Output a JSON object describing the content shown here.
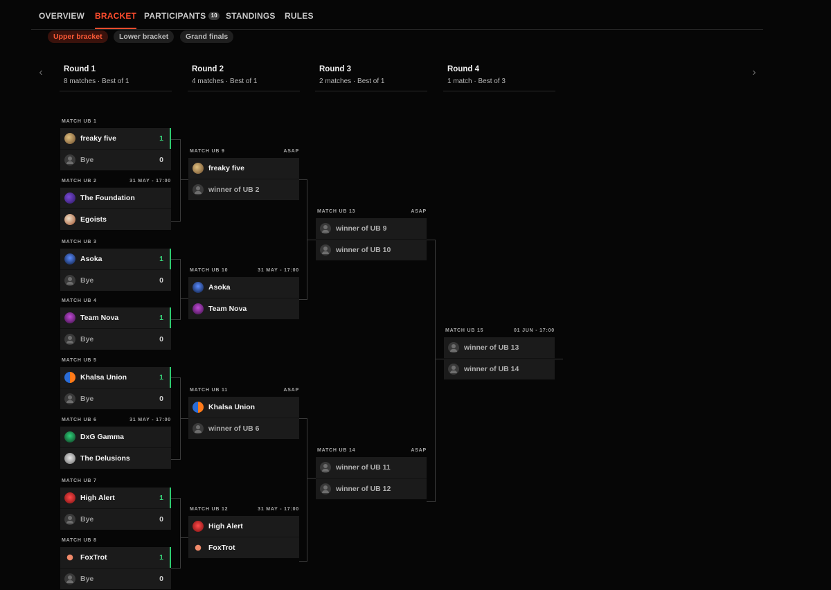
{
  "nav": {
    "tabs": [
      {
        "label": "OVERVIEW"
      },
      {
        "label": "BRACKET"
      },
      {
        "label": "PARTICIPANTS",
        "badge": "10"
      },
      {
        "label": "STANDINGS"
      },
      {
        "label": "RULES"
      }
    ],
    "active_tab": "BRACKET"
  },
  "subnav": {
    "pills": [
      {
        "label": "Upper bracket"
      },
      {
        "label": "Lower bracket"
      },
      {
        "label": "Grand finals"
      }
    ],
    "active": "Upper bracket"
  },
  "arrows": {
    "prev": "‹",
    "next": "›"
  },
  "rounds": [
    {
      "title": "Round 1",
      "subtitle": "8 matches · Best of 1"
    },
    {
      "title": "Round 2",
      "subtitle": "4 matches · Best of 1"
    },
    {
      "title": "Round 3",
      "subtitle": "2 matches · Best of 1"
    },
    {
      "title": "Round 4",
      "subtitle": "1 match · Best of 3"
    }
  ],
  "matches": {
    "ub1": {
      "label": "MATCH UB 1",
      "time": "",
      "teams": [
        {
          "name": "freaky five",
          "score": "1",
          "win": true
        },
        {
          "name": "Bye",
          "score": "0"
        }
      ]
    },
    "ub2": {
      "label": "MATCH UB 2",
      "time": "31 MAY - 17:00",
      "teams": [
        {
          "name": "The Foundation",
          "score": ""
        },
        {
          "name": "Egoists",
          "score": ""
        }
      ]
    },
    "ub3": {
      "label": "MATCH UB 3",
      "time": "",
      "teams": [
        {
          "name": "Asoka",
          "score": "1",
          "win": true
        },
        {
          "name": "Bye",
          "score": "0"
        }
      ]
    },
    "ub4": {
      "label": "MATCH UB 4",
      "time": "",
      "teams": [
        {
          "name": "Team Nova",
          "score": "1",
          "win": true
        },
        {
          "name": "Bye",
          "score": "0"
        }
      ]
    },
    "ub5": {
      "label": "MATCH UB 5",
      "time": "",
      "teams": [
        {
          "name": "Khalsa Union",
          "score": "1",
          "win": true
        },
        {
          "name": "Bye",
          "score": "0"
        }
      ]
    },
    "ub6": {
      "label": "MATCH UB 6",
      "time": "31 MAY - 17:00",
      "teams": [
        {
          "name": "DxG Gamma",
          "score": ""
        },
        {
          "name": "The Delusions",
          "score": ""
        }
      ]
    },
    "ub7": {
      "label": "MATCH UB 7",
      "time": "",
      "teams": [
        {
          "name": "High Alert",
          "score": "1",
          "win": true
        },
        {
          "name": "Bye",
          "score": "0"
        }
      ]
    },
    "ub8": {
      "label": "MATCH UB 8",
      "time": "",
      "teams": [
        {
          "name": "FoxTrot",
          "score": "1",
          "win": true
        },
        {
          "name": "Bye",
          "score": "0"
        }
      ]
    },
    "ub9": {
      "label": "MATCH UB 9",
      "time": "ASAP",
      "teams": [
        {
          "name": "freaky five",
          "score": ""
        },
        {
          "name": "winner of UB 2",
          "score": ""
        }
      ]
    },
    "ub10": {
      "label": "MATCH UB 10",
      "time": "31 MAY - 17:00",
      "teams": [
        {
          "name": "Asoka",
          "score": ""
        },
        {
          "name": "Team Nova",
          "score": ""
        }
      ]
    },
    "ub11": {
      "label": "MATCH UB 11",
      "time": "ASAP",
      "teams": [
        {
          "name": "Khalsa Union",
          "score": ""
        },
        {
          "name": "winner of UB 6",
          "score": ""
        }
      ]
    },
    "ub12": {
      "label": "MATCH UB 12",
      "time": "31 MAY - 17:00",
      "teams": [
        {
          "name": "High Alert",
          "score": ""
        },
        {
          "name": "FoxTrot",
          "score": ""
        }
      ]
    },
    "ub13": {
      "label": "MATCH UB 13",
      "time": "ASAP",
      "teams": [
        {
          "name": "winner of UB 9",
          "score": ""
        },
        {
          "name": "winner of UB 10",
          "score": ""
        }
      ]
    },
    "ub14": {
      "label": "MATCH UB 14",
      "time": "ASAP",
      "teams": [
        {
          "name": "winner of UB 11",
          "score": ""
        },
        {
          "name": "winner of UB 12",
          "score": ""
        }
      ]
    },
    "ub15": {
      "label": "MATCH UB 15",
      "time": "01 JUN - 17:00",
      "teams": [
        {
          "name": "winner of UB 13",
          "score": ""
        },
        {
          "name": "winner of UB 14",
          "score": ""
        }
      ]
    }
  },
  "colors": {
    "accent": "#ff4d2e",
    "win": "#37d67a",
    "slot_bg": "#1b1b1b",
    "page_bg": "#060606"
  }
}
